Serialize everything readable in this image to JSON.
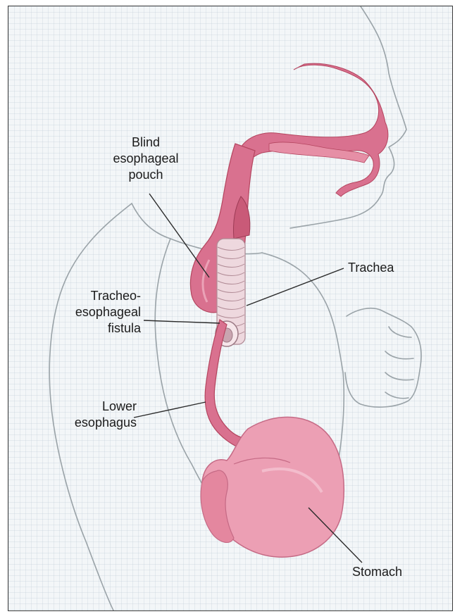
{
  "labels": {
    "blind_pouch": [
      "Blind",
      "esophageal",
      "pouch"
    ],
    "trachea": "Trachea",
    "fistula": [
      "Tracheo-",
      "esophageal",
      "fistula"
    ],
    "lower_esophagus": [
      "Lower",
      "esophagus"
    ],
    "stomach": "Stomach"
  },
  "colors": {
    "organ_fill": "#d9718f",
    "organ_dark": "#b4455f",
    "stomach_fill": "#ec9fb4",
    "outline": "#9aa3a8",
    "leader": "#2a2a2a",
    "background": "#f3f6f8"
  }
}
